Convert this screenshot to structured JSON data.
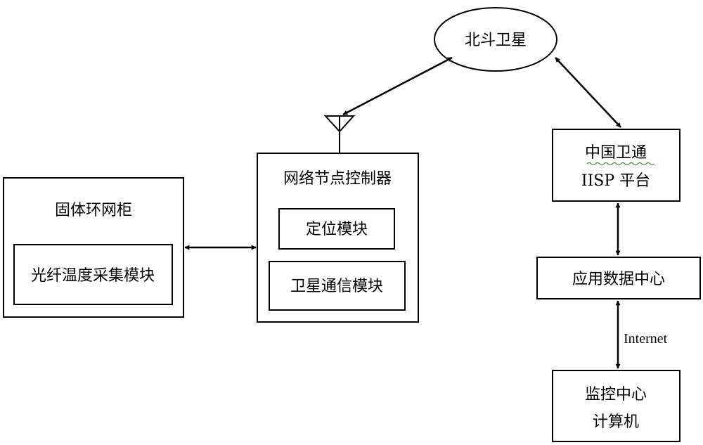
{
  "nodes": {
    "beidou": {
      "label": "北斗卫星"
    },
    "ring_cabinet": {
      "title": "固体环网柜",
      "inner": "光纤温度采集模块"
    },
    "controller": {
      "title": "网络节点控制器",
      "module1": "定位模块",
      "module2": "卫星通信模块"
    },
    "isp_platform": {
      "line1": "中国卫通",
      "line2": "IISP 平台"
    },
    "data_center": {
      "label": "应用数据中心"
    },
    "monitor": {
      "line1": "监控中心",
      "line2": "计算机"
    }
  },
  "edges": {
    "internet": {
      "label": "Internet"
    }
  }
}
